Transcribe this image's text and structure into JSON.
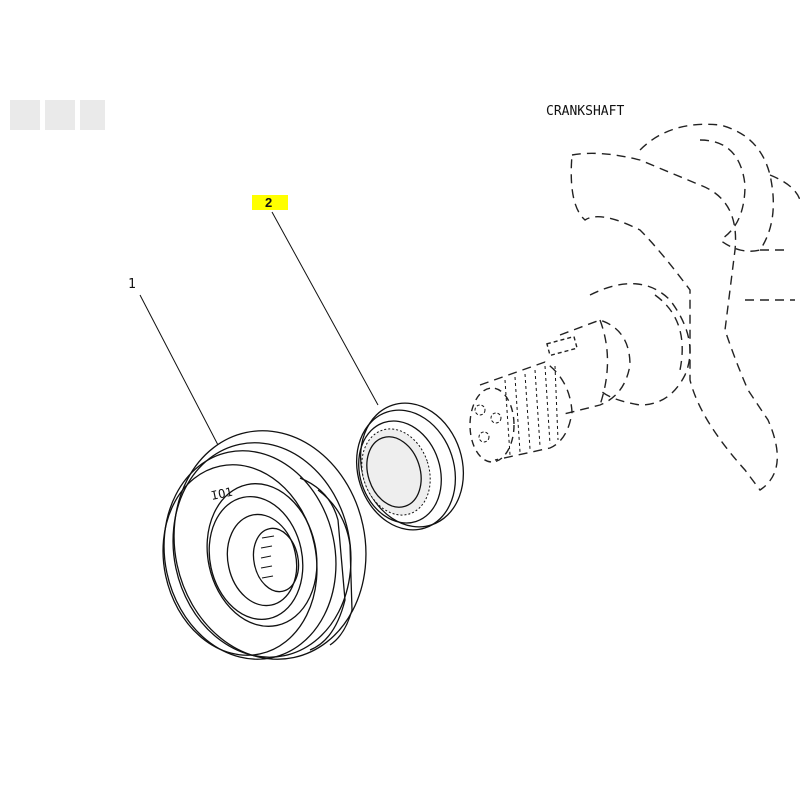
{
  "labels": {
    "crankshaft": "CRANKSHAFT",
    "part1": "1",
    "part2": "2",
    "pulley_mark": "IO1"
  },
  "colors": {
    "highlight": "#ffff00",
    "line": "#111111"
  }
}
